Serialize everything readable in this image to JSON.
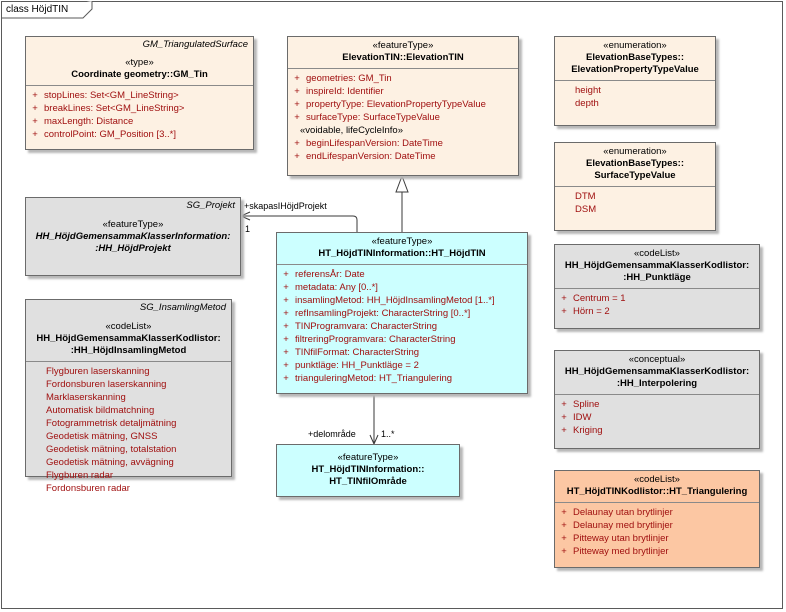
{
  "diagram": {
    "title": "class HöjdTIN"
  },
  "classes": {
    "gm_tin": {
      "template": "GM_TriangulatedSurface",
      "stereotype": "«type»",
      "name": "Coordinate geometry::GM_Tin",
      "attributes": [
        {
          "vis": "+",
          "text": "stopLines: Set<GM_LineString>"
        },
        {
          "vis": "+",
          "text": "breakLines: Set<GM_LineString>"
        },
        {
          "vis": "+",
          "text": "maxLength: Distance"
        },
        {
          "vis": "+",
          "text": "controlPoint: GM_Position [3..*]"
        }
      ]
    },
    "elevation_tin": {
      "stereotype": "«featureType»",
      "name": "ElevationTIN::ElevationTIN",
      "attributes": [
        {
          "vis": "+",
          "text": "geometries: GM_Tin"
        },
        {
          "vis": "+",
          "text": "inspireId: Identifier"
        },
        {
          "vis": "+",
          "text": "propertyType: ElevationPropertyTypeValue"
        },
        {
          "vis": "+",
          "text": "surfaceType: SurfaceTypeValue"
        }
      ],
      "group_label": "«voidable, lifeCycleInfo»",
      "group_attributes": [
        {
          "vis": "+",
          "text": "beginLifespanVersion: DateTime"
        },
        {
          "vis": "+",
          "text": "endLifespanVersion: DateTime"
        }
      ]
    },
    "elevation_property_type": {
      "stereotype": "«enumeration»",
      "name_line1": "ElevationBaseTypes::",
      "name_line2": "ElevationPropertyTypeValue",
      "values": [
        "height",
        "depth"
      ]
    },
    "surface_type": {
      "stereotype": "«enumeration»",
      "name_line1": "ElevationBaseTypes::",
      "name_line2": "SurfaceTypeValue",
      "values": [
        "DTM",
        "DSM"
      ]
    },
    "hojd_projekt": {
      "template": "SG_Projekt",
      "stereotype": "«featureType»",
      "name_line1": "HH_HöjdGemensammaKlasserInformation:",
      "name_line2": ":HH_HöjdProjekt"
    },
    "hojd_tin": {
      "stereotype": "«featureType»",
      "name": "HT_HöjdTINInformation::HT_HöjdTIN",
      "attributes": [
        {
          "vis": "+",
          "text": "referensÅr: Date"
        },
        {
          "vis": "+",
          "text": "metadata: Any [0..*]"
        },
        {
          "vis": "+",
          "text": "insamlingMetod: HH_HöjdInsamlingMetod [1..*]"
        },
        {
          "vis": "+",
          "text": "refInsamlingProjekt: CharacterString [0..*]"
        },
        {
          "vis": "+",
          "text": "TINProgramvara: CharacterString"
        },
        {
          "vis": "+",
          "text": "filtreringProgramvara: CharacterString"
        },
        {
          "vis": "+",
          "text": "TINfilFormat: CharacterString"
        },
        {
          "vis": "+",
          "text": "punktläge: HH_Punktläge = 2"
        },
        {
          "vis": "+",
          "text": "trianguleringMetod: HT_Triangulering"
        }
      ]
    },
    "insamling_metod": {
      "template": "SG_InsamlingMetod",
      "stereotype": "«codeList»",
      "name_line1": "HH_HöjdGemensammaKlasserKodlistor:",
      "name_line2": ":HH_HöjdInsamlingMetod",
      "values": [
        "Flygburen laserskanning",
        "Fordonsburen laserskanning",
        "Marklaserskanning",
        "Automatisk bildmatchning",
        "Fotogrammetrisk detaljmätning",
        "Geodetisk mätning, GNSS",
        "Geodetisk mätning, totalstation",
        "Geodetisk mätning, avvägning",
        "Flygburen radar",
        "Fordonsburen radar"
      ]
    },
    "tinfil_omrade": {
      "stereotype": "«featureType»",
      "name_line1": "HT_HöjdTINInformation::",
      "name_line2": "HT_TINfilOmråde"
    },
    "punktlage": {
      "stereotype": "«codeList»",
      "name_line1": "HH_HöjdGemensammaKlasserKodlistor:",
      "name_line2": ":HH_Punktläge",
      "values": [
        {
          "vis": "+",
          "text": "Centrum = 1"
        },
        {
          "vis": "+",
          "text": "Hörn = 2"
        }
      ]
    },
    "interpolering": {
      "stereotype": "«conceptual»",
      "name_line1": "HH_HöjdGemensammaKlasserKodlistor:",
      "name_line2": ":HH_Interpolering",
      "values": [
        {
          "vis": "+",
          "text": "Spline"
        },
        {
          "vis": "+",
          "text": "IDW"
        },
        {
          "vis": "+",
          "text": "Kriging"
        }
      ]
    },
    "triangulering": {
      "stereotype": "«codeList»",
      "name": "HT_HöjdTINKodlistor::HT_Triangulering",
      "values": [
        {
          "vis": "+",
          "text": "Delaunay utan brytlinjer"
        },
        {
          "vis": "+",
          "text": "Delaunay med brytlinjer"
        },
        {
          "vis": "+",
          "text": "Pitteway utan brytlinjer"
        },
        {
          "vis": "+",
          "text": "Pitteway med brytlinjer"
        }
      ]
    }
  },
  "associations": {
    "projekt_role": "+skapasIHöjdProjekt",
    "projekt_mult": "1",
    "omrade_role": "+delområde",
    "omrade_mult": "1..*"
  }
}
